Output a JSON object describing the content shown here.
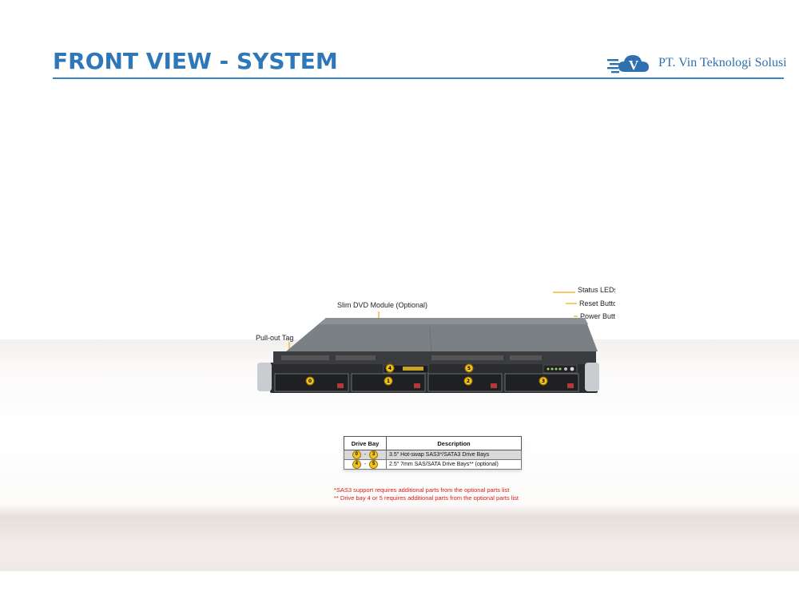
{
  "header": {
    "title": "FRONT VIEW - SYSTEM",
    "company": "PT. Vin Teknologi Solusi",
    "logo_letter": "V",
    "accent_color": "#2e77b8"
  },
  "callouts": {
    "pull_out_tag": "Pull-out Tag",
    "slim_dvd": "Slim DVD Module (Optional)",
    "status_leds": "Status LEDs",
    "reset_button": "Reset Button",
    "power_button": "Power Button"
  },
  "bays": {
    "b0": "0",
    "b1": "1",
    "b2": "2",
    "b3": "3",
    "b4": "4",
    "b5": "5"
  },
  "table": {
    "headers": [
      "Drive Bay",
      "Description"
    ],
    "rows": [
      {
        "from": "0",
        "to": "3",
        "sep": "-",
        "desc": "3.5\" Hot-swap SAS3*/SATA3 Drive  Bays"
      },
      {
        "from": "4",
        "to": "5",
        "sep": "-",
        "desc": "2.5\" 7mm SAS/SATA Drive  Bays** (optional)"
      }
    ]
  },
  "notes": [
    "*SAS3 support requires additional parts from the optional parts list",
    "** Drive bay 4 or 5 requires additional parts from the optional parts list"
  ]
}
